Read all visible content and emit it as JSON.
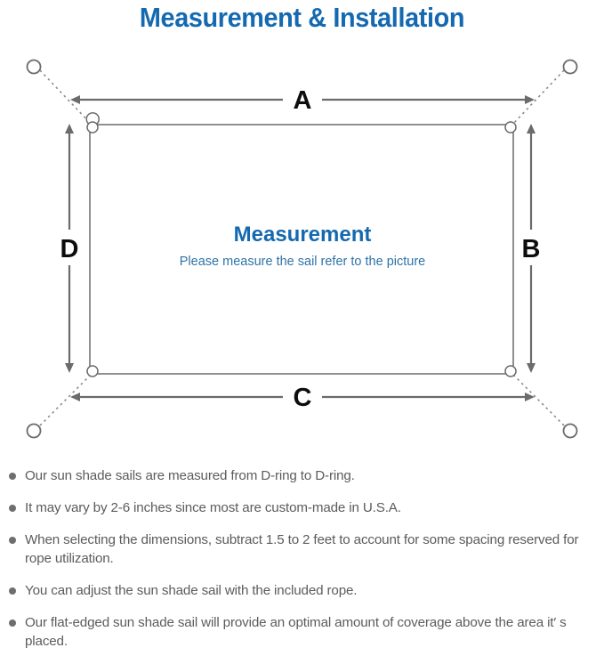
{
  "page": {
    "title": "Measurement & Installation",
    "title_color": "#1569b0",
    "background": "#ffffff"
  },
  "diagram": {
    "name": "sun-shade-sail-measurement-diagram",
    "sail": {
      "center_title": "Measurement",
      "center_subtitle": "Please measure the sail refer to the picture",
      "stroke_color": "#6b6b6b",
      "fill": "#ffffff"
    },
    "dimension_labels": [
      {
        "id": "A",
        "label": "A",
        "edge": "top",
        "orientation": "horizontal"
      },
      {
        "id": "B",
        "label": "B",
        "edge": "right",
        "orientation": "vertical"
      },
      {
        "id": "C",
        "label": "C",
        "edge": "bottom",
        "orientation": "horizontal"
      },
      {
        "id": "D",
        "label": "D",
        "edge": "left",
        "orientation": "vertical"
      }
    ],
    "corners": [
      {
        "id": "top-left",
        "d_ring": true,
        "rope": "dotted",
        "anchor": true
      },
      {
        "id": "top-right",
        "d_ring": true,
        "rope": "dotted",
        "anchor": true
      },
      {
        "id": "bottom-left",
        "d_ring": true,
        "rope": "dotted",
        "anchor": true
      },
      {
        "id": "bottom-right",
        "d_ring": true,
        "rope": "dotted",
        "anchor": true
      }
    ],
    "arrow_color": "#6b6b6b",
    "rope_color": "#8a8a8a"
  },
  "notes": [
    "Our sun shade sails are measured from D-ring to D-ring.",
    "It may vary by 2-6 inches since most are custom-made in U.S.A.",
    "When selecting the dimensions, subtract 1.5 to 2 feet to account for some spacing reserved for rope utilization.",
    "You can adjust the sun shade sail with the included rope.",
    "Our flat-edged sun shade sail will provide an optimal amount of coverage above the area it′ s placed."
  ],
  "colors": {
    "accent_blue": "#1569b0",
    "sub_blue": "#2e74a8",
    "body_text": "#5c5c5c",
    "line_gray": "#6b6b6b"
  }
}
